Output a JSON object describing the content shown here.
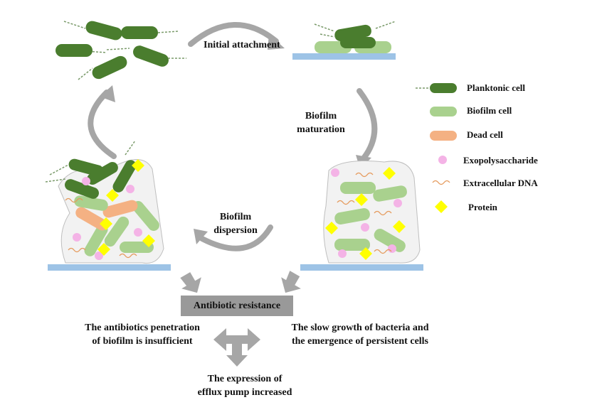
{
  "stages": {
    "initial_attachment": "Initial attachment",
    "biofilm_maturation": "Biofilm maturation",
    "biofilm_dispersion": "Biofilm dispersion"
  },
  "legend": [
    {
      "key": "planktonic",
      "label": "Planktonic cell",
      "icon": "planktonic-cell-icon"
    },
    {
      "key": "biofilm",
      "label": "Biofilm cell",
      "icon": "biofilm-cell-icon"
    },
    {
      "key": "dead",
      "label": "Dead cell",
      "icon": "dead-cell-icon"
    },
    {
      "key": "eps",
      "label": "Exopolysaccharide",
      "icon": "exopolysaccharide-icon"
    },
    {
      "key": "edna",
      "label": "Extracellular DNA",
      "icon": "extracellular-dna-icon"
    },
    {
      "key": "protein",
      "label": "Protein",
      "icon": "protein-icon"
    }
  ],
  "resistance": {
    "title": "Antibiotic resistance",
    "left": [
      "The antibiotics penetration",
      "of biofilm is insufficient"
    ],
    "right": [
      "The slow growth of bacteria and",
      "the emergence of persistent cells"
    ],
    "bottom": [
      "The expression of",
      "efflux pump increased"
    ]
  },
  "colors": {
    "planktonic": "#4a7d2e",
    "biofilm": "#a9d18e",
    "dead": "#f4b183",
    "eps": "#f4b3e6",
    "edna": "#e59a5c",
    "protein": "#ffff00",
    "substrate": "#9dc3e6",
    "matrix": "#f2f2f2",
    "arrow": "#a6a6a6",
    "box": "#999999"
  }
}
